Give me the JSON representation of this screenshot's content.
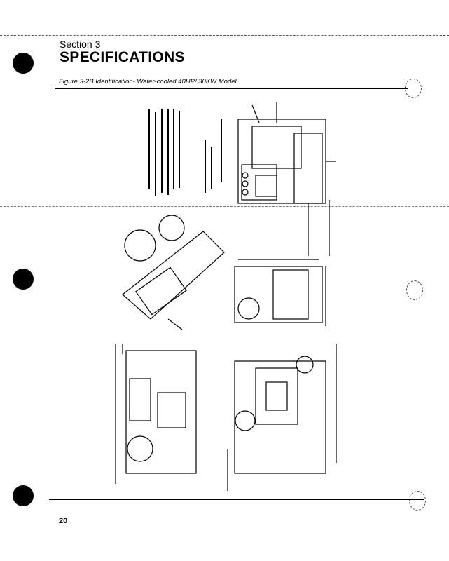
{
  "header": {
    "section": "Section 3",
    "title": "SPECIFICATIONS"
  },
  "figure": {
    "caption": "Figure 3-2B Identification- Water-cooled 40HP/ 30KW Model"
  },
  "footer": {
    "page_number": "20"
  }
}
